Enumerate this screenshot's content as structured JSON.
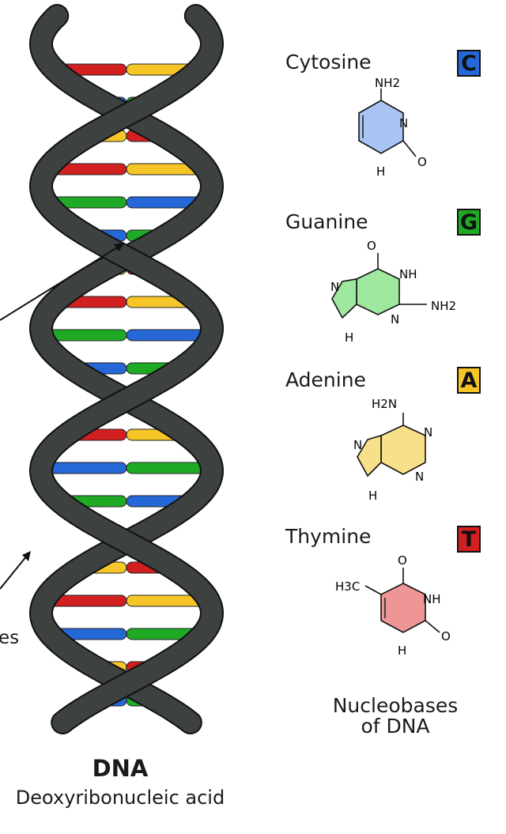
{
  "colors": {
    "backbone": "#3d4140",
    "backbone_edge": "#111111",
    "cytosine": "#2667d8",
    "guanine": "#1faa25",
    "adenine": "#f6c628",
    "thymine": "#d21f1f"
  },
  "helix_labels": {
    "left_cut_fragment": "es"
  },
  "dna": {
    "title": "DNA",
    "subtitle": "Deoxyribonucleic acid"
  },
  "nucleobases": {
    "caption_line1": "Nucleobases",
    "caption_line2": "of DNA",
    "items": [
      {
        "name": "Cytosine",
        "letter": "C",
        "color": "#2667d8",
        "fill": "#a9c3f3"
      },
      {
        "name": "Guanine",
        "letter": "G",
        "color": "#1faa25",
        "fill": "#9fe89f"
      },
      {
        "name": "Adenine",
        "letter": "A",
        "color": "#f6c628",
        "fill": "#f8e08a"
      },
      {
        "name": "Thymine",
        "letter": "T",
        "color": "#d21f1f",
        "fill": "#ee9696"
      }
    ]
  },
  "atoms": {
    "cytosine": {
      "amine": "NH2",
      "n3": "N",
      "o": "O",
      "n1": "H"
    },
    "guanine": {
      "o": "O",
      "nh1": "NH",
      "amine": "NH2",
      "n7": "N",
      "n3": "N",
      "n9": "H"
    },
    "adenine": {
      "amine": "H2N",
      "n1": "N",
      "n3": "N",
      "n7": "N",
      "n9": "H"
    },
    "thymine": {
      "methyl": "H3C",
      "o4": "O",
      "nh3": "NH",
      "o2": "O",
      "n1": "H"
    }
  }
}
